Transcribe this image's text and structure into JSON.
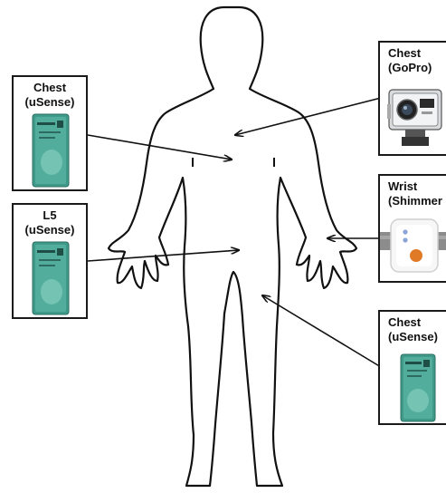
{
  "sensors": [
    {
      "id": "chest-usense-left",
      "label": "Chest\n(uSense)",
      "device": "usense"
    },
    {
      "id": "l5-usense",
      "label": "L5\n(uSense)",
      "device": "usense"
    },
    {
      "id": "chest-gopro",
      "label": "Chest\n(GoPro)",
      "device": "gopro"
    },
    {
      "id": "wrist-shimmer",
      "label": "Wrist\n(Shimmer",
      "device": "shimmer"
    },
    {
      "id": "chest-usense-right",
      "label": "Chest\n(uSense)",
      "device": "usense"
    }
  ],
  "icons": {
    "body": "human-body-outline-icon",
    "usense": "usense-sensor-icon",
    "gopro": "gopro-camera-icon",
    "shimmer": "shimmer-wristband-icon",
    "arrow": "pointer-arrow-icon"
  },
  "colors": {
    "outline": "#111111",
    "box_border": "#1a1a1a",
    "usense_green": "#3f9a8a",
    "shimmer_orange": "#e07a26",
    "shimmer_blue": "#8aa3d8"
  }
}
